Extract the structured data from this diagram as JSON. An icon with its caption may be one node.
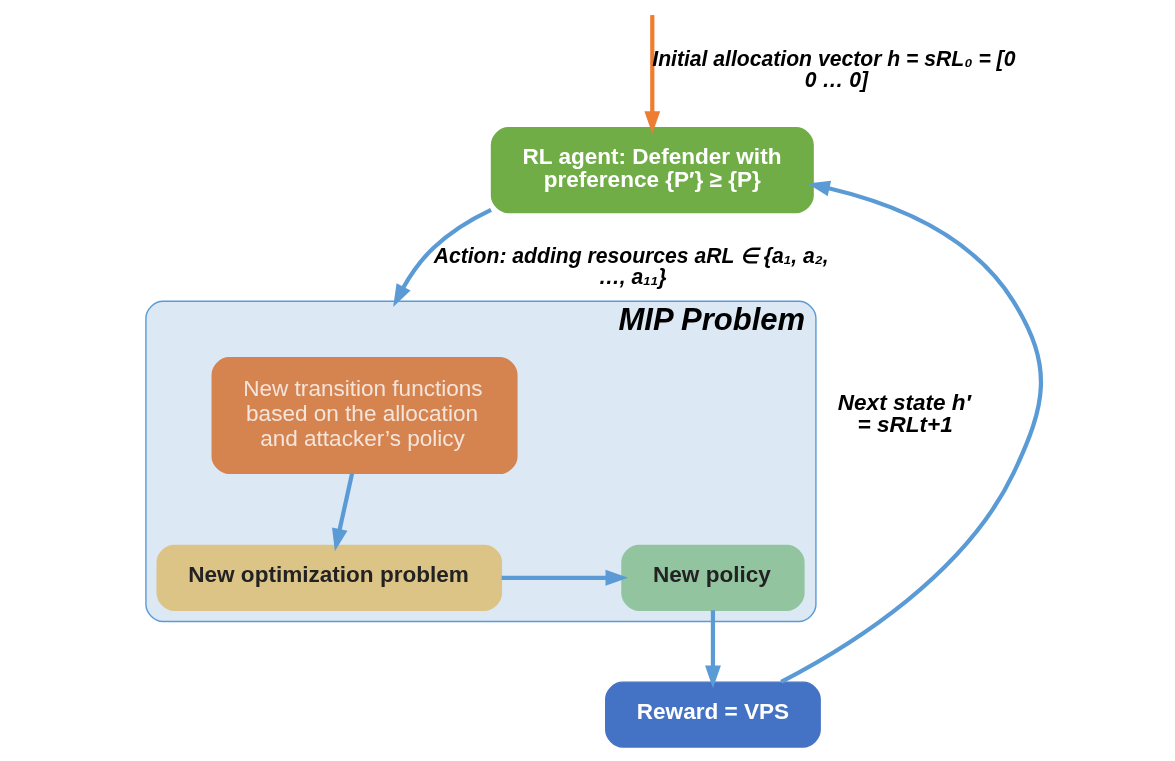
{
  "diagram": {
    "nodes": [
      {
        "text": [
          "RL agent: Defender with preference {P′} ≥ {P}"
        ]
      },
      {
        "text": [
          "MIP Problem"
        ]
      },
      {
        "text": [
          "New transition functions based on the allocation and attacker’s policy"
        ],
        "in": 1
      },
      {
        "text": [
          "New optimization problem"
        ],
        "in": 1
      },
      {
        "text": [
          "New policy"
        ],
        "in": 1
      },
      {
        "text": [
          "Reward = VPS"
        ]
      }
    ],
    "edges": [
      {
        "from": null,
        "to": 0,
        "arrow": "to",
        "color": "#ed7d31",
        "label": "Initial allocation vector h = sRL₀ = [0 0 … 0]"
      },
      {
        "from": 0,
        "to": 1,
        "arrow": "to",
        "label": "Action: adding resources aRL ∈ {a₁, a₂, …, a₁₁}"
      },
      {
        "from": 2,
        "to": 3,
        "arrow": "to"
      },
      {
        "from": 3,
        "to": 4,
        "arrow": "to"
      },
      {
        "from": 4,
        "to": 5,
        "arrow": "to"
      },
      {
        "from": 5,
        "to": 0,
        "arrow": "to"
      }
    ],
    "labels": [
      "Next state h′ = sRLt+1"
    ]
  }
}
